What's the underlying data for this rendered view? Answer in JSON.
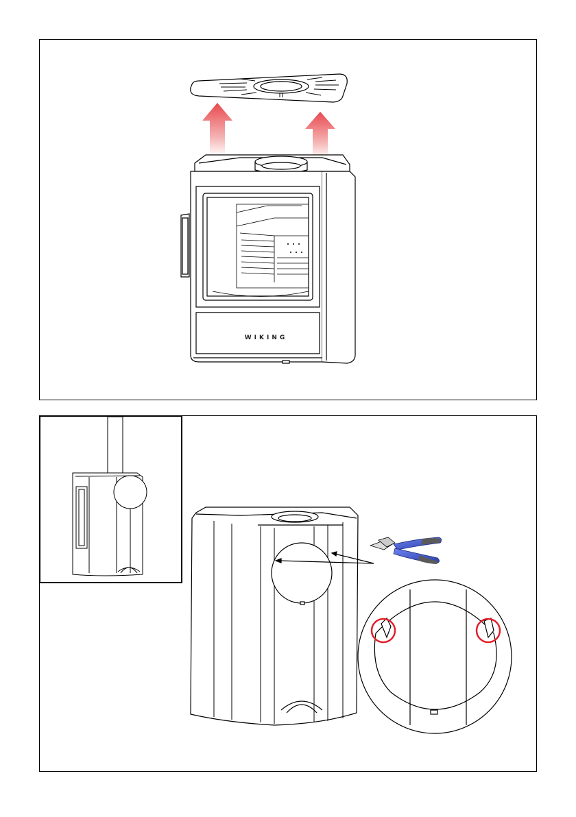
{
  "document": {
    "brand_label": "WIKING",
    "page_marker": ""
  },
  "figures": [
    {
      "name": "lift-top-plate",
      "description_visible": false
    },
    {
      "name": "cut-tabs",
      "description_visible": false
    }
  ],
  "colors": {
    "arrow_red": "#e8494f",
    "plier_blue": "#3d55c8",
    "highlight_red": "#e0202a"
  },
  "icons": [
    "up-arrow-icon",
    "pliers-icon",
    "highlight-circle-icon"
  ]
}
